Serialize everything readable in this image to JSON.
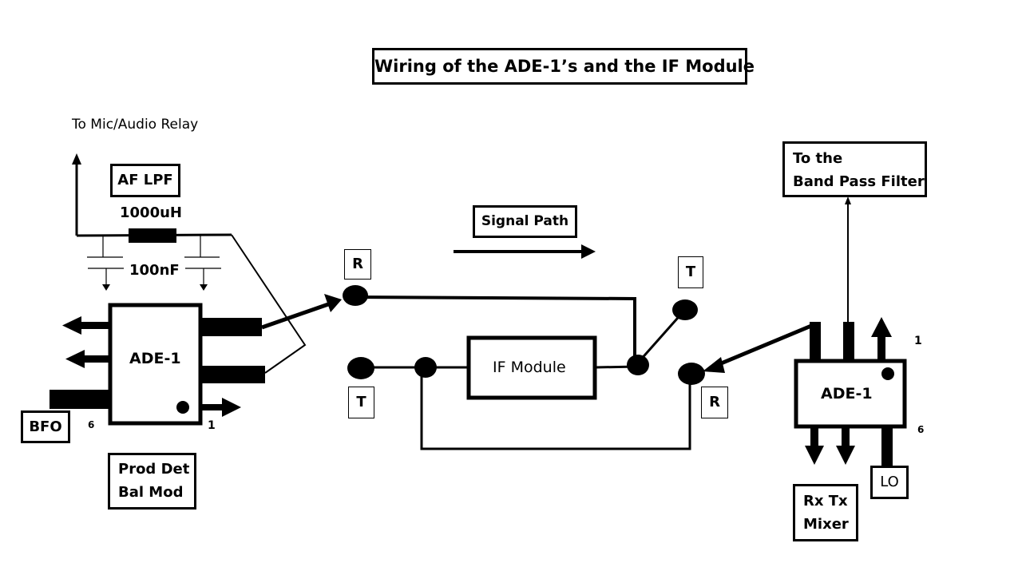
{
  "title": "Wiring of the ADE-1’s and the IF Module",
  "left_section": {
    "audio_out_label": "To Mic/Audio Relay",
    "filter_label": "AF LPF",
    "inductor_value": "1000uH",
    "capacitor_value": "100nF",
    "mixer_label": "ADE-1",
    "pin_6": "6",
    "pin_1": "1",
    "bfo_label": "BFO",
    "function_label_line1": "Prod Det",
    "function_label_line2": "Bal Mod"
  },
  "center_section": {
    "signal_path_label": "Signal Path",
    "if_module_label": "IF Module",
    "switch_left_top": "R",
    "switch_left_bottom": "T",
    "switch_right_top": "T",
    "switch_right_bottom": "R"
  },
  "right_section": {
    "bpf_label_line1": "To the",
    "bpf_label_line2": "Band Pass Filter",
    "mixer_label": "ADE-1",
    "pin_1": "1",
    "pin_6": "6",
    "lo_label": "LO",
    "function_label_line1": "Rx Tx",
    "function_label_line2": "Mixer"
  }
}
